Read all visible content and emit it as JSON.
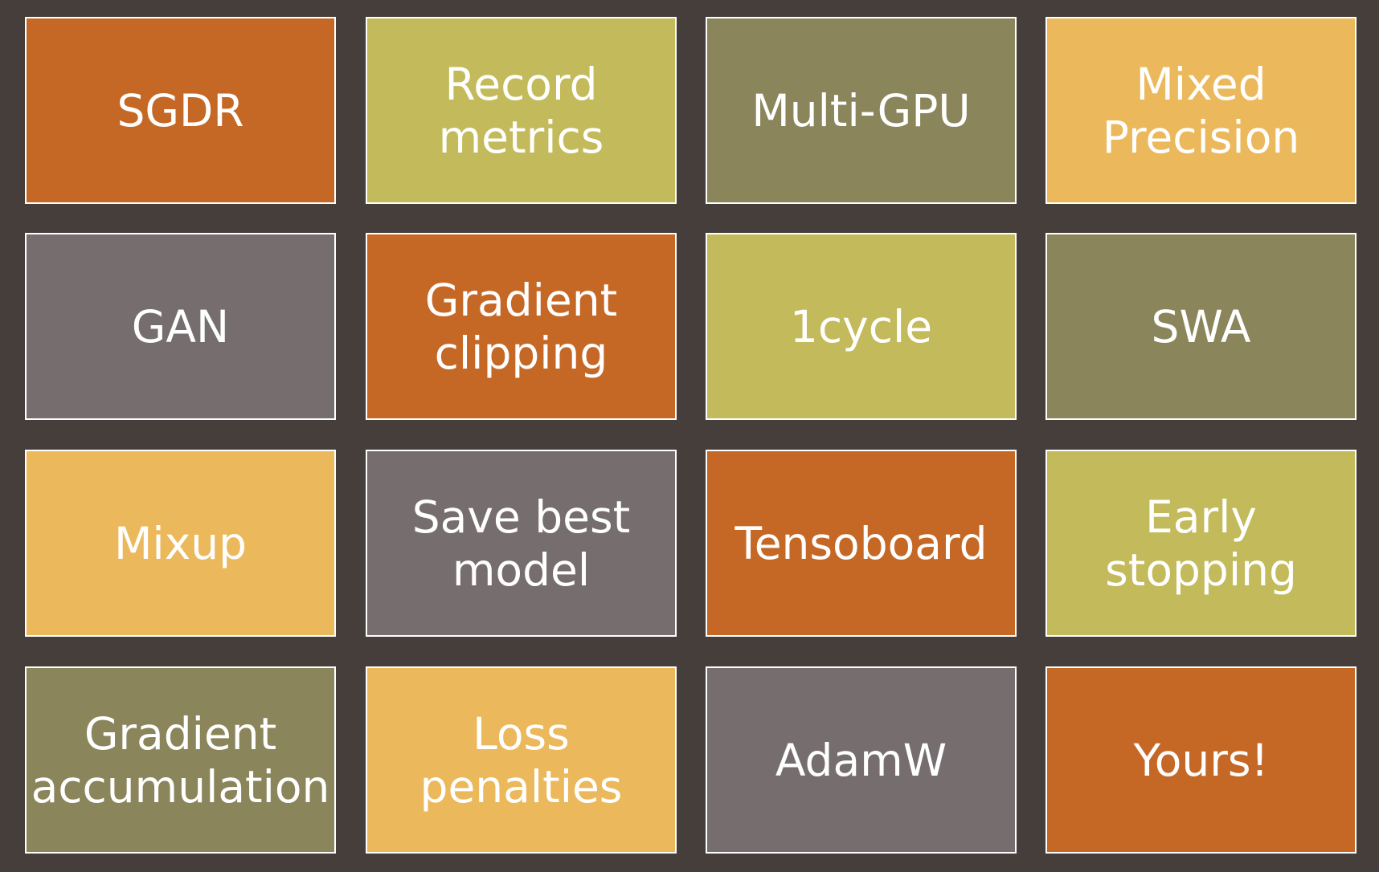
{
  "colors": {
    "background": "#463E3A",
    "orange": "#C56826",
    "olive_light": "#C3BA5B",
    "olive_dark": "#8A855B",
    "gold": "#EBB85C",
    "gray": "#766D6F",
    "border": "#FFFFFF",
    "text": "#FFFFFF"
  },
  "tiles": [
    {
      "label": "SGDR",
      "color": "#C56826"
    },
    {
      "label": "Record\nmetrics",
      "color": "#C3BA5B"
    },
    {
      "label": "Multi-GPU",
      "color": "#8A855B"
    },
    {
      "label": "Mixed\nPrecision",
      "color": "#EBB85C"
    },
    {
      "label": "GAN",
      "color": "#766D6F"
    },
    {
      "label": "Gradient\nclipping",
      "color": "#C56826"
    },
    {
      "label": "1cycle",
      "color": "#C3BA5B"
    },
    {
      "label": "SWA",
      "color": "#8A855B"
    },
    {
      "label": "Mixup",
      "color": "#EBB85C"
    },
    {
      "label": "Save best\nmodel",
      "color": "#766D6F"
    },
    {
      "label": "Tensoboard",
      "color": "#C56826"
    },
    {
      "label": "Early\nstopping",
      "color": "#C3BA5B"
    },
    {
      "label": "Gradient\naccumulation",
      "color": "#8A855B"
    },
    {
      "label": "Loss\npenalties",
      "color": "#EBB85C"
    },
    {
      "label": "AdamW",
      "color": "#766D6F"
    },
    {
      "label": "Yours!",
      "color": "#C56826"
    }
  ]
}
